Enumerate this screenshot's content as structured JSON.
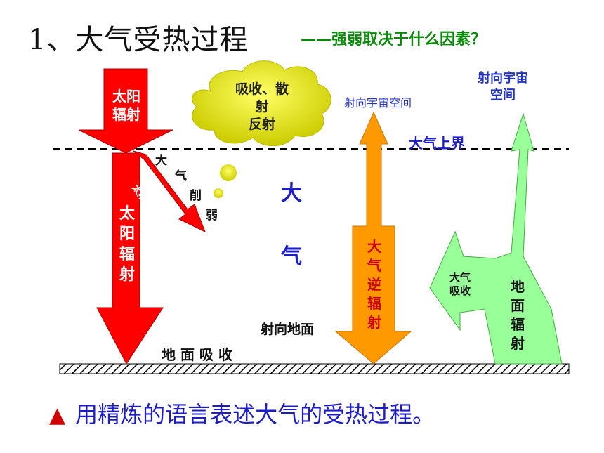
{
  "title": "1、大气受热过程",
  "subtitle": "——强弱取决于什么因素？",
  "labels": {
    "solar_radiation_top": "太阳\n辐射",
    "solar_radiation_down": "太\n阳\n辐\n射",
    "solar_radiation_diag": "太阳辐射",
    "weakening": [
      "大",
      "气",
      "削",
      "弱"
    ],
    "cloud": "吸收、散\n射\n反射",
    "space_left": "射向宇宙空间",
    "space_right": "射向宇宙\n空间",
    "upper_boundary": "大气上界",
    "atmosphere": [
      "大",
      "气"
    ],
    "counter_radiation": "大\n气\n逆\n辐\n射",
    "toward_ground": "射向地面",
    "atm_absorb": "大气\n吸收",
    "ground_radiation": "地\n面\n辐\n射",
    "ground_absorb": "地 面 吸 收"
  },
  "bottom_note": {
    "icon": "triangle-icon",
    "text": "用精炼的语言表述大气的受热过程。"
  },
  "colors": {
    "red": "#ff0000",
    "orange": "#ff9900",
    "green": "#99ff99",
    "cloud": "#eeee22",
    "blue": "#1c1cc8"
  }
}
